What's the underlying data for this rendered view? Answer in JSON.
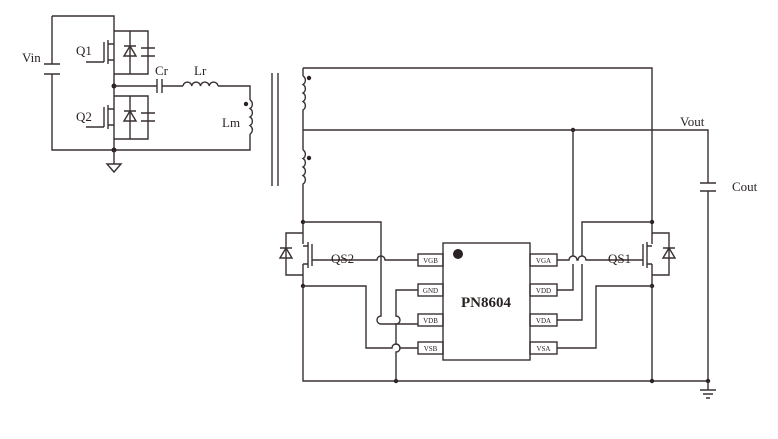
{
  "labels": {
    "vin": "Vin",
    "q1": "Q1",
    "q2": "Q2",
    "cr": "Cr",
    "lr": "Lr",
    "lm": "Lm",
    "qs1": "QS1",
    "qs2": "QS2",
    "vout": "Vout",
    "cout": "Cout"
  },
  "ic": {
    "name": "PN8604",
    "left_pins": [
      "VGB",
      "GND",
      "VDB",
      "VSB"
    ],
    "right_pins": [
      "VGA",
      "VDD",
      "VDA",
      "VSA"
    ]
  }
}
